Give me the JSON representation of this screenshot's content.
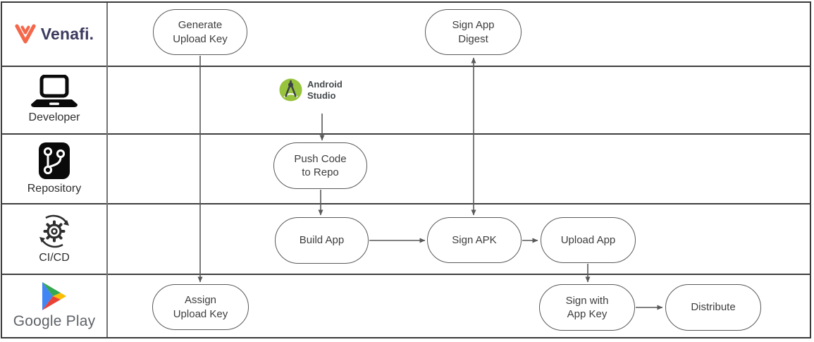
{
  "diagram": {
    "lanes": [
      {
        "label": "Venafi.",
        "icon": "venafi-logo"
      },
      {
        "label": "Developer",
        "icon": "laptop"
      },
      {
        "label": "Repository",
        "icon": "git-branch"
      },
      {
        "label": "CI/CD",
        "icon": "gear-cycle"
      },
      {
        "label": "Google Play",
        "icon": "google-play-logo"
      }
    ],
    "nodes": {
      "generate_upload_key": "Generate\nUpload Key",
      "sign_app_digest": "Sign App\nDigest",
      "push_code_to_repo": "Push Code\nto Repo",
      "build_app": "Build App",
      "sign_apk": "Sign APK",
      "upload_app": "Upload App",
      "assign_upload_key": "Assign\nUpload Key",
      "sign_with_app_key": "Sign with\nApp Key",
      "distribute": "Distribute"
    },
    "android_studio_label": "Android\nStudio",
    "colors": {
      "venafi_orange": "#F4674B",
      "venafi_navy": "#3C3A5E",
      "android_green": "#97C33D",
      "google_gray": "#5F6368",
      "play_blue": "#4285F4",
      "play_green": "#34A853",
      "play_yellow": "#FBBC04",
      "play_red": "#EA4335",
      "arrow_gray": "#595959",
      "lane_border": "#3A3A3A"
    }
  }
}
